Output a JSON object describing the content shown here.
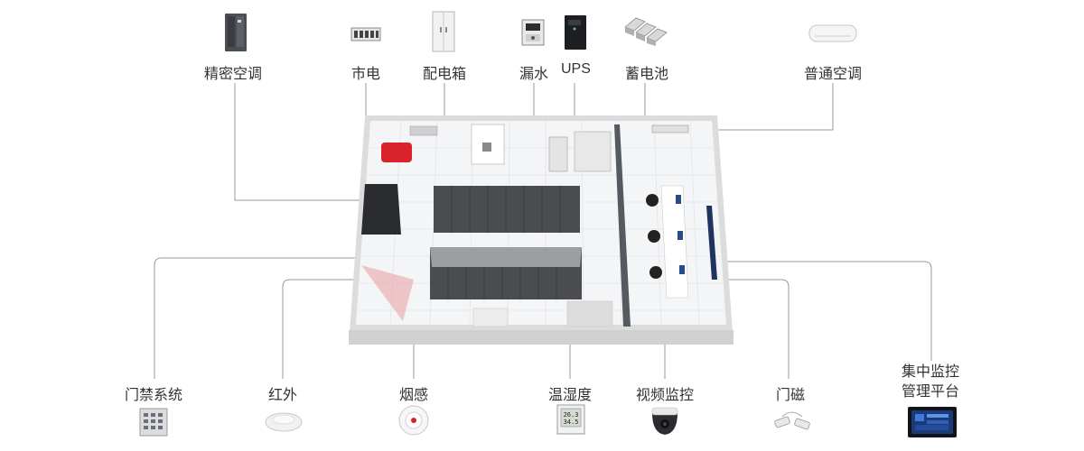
{
  "top_devices": [
    {
      "id": "precision_ac",
      "label": "精密空调",
      "icon": "precision-air-conditioner-icon"
    },
    {
      "id": "mains",
      "label": "市电",
      "icon": "power-meter-icon"
    },
    {
      "id": "distribution_box",
      "label": "配电箱",
      "icon": "distribution-box-icon"
    },
    {
      "id": "water_leak",
      "label": "漏水",
      "icon": "water-leak-detector-icon"
    },
    {
      "id": "ups",
      "label": "UPS",
      "icon": "ups-icon"
    },
    {
      "id": "battery",
      "label": "蓄电池",
      "icon": "battery-icon"
    },
    {
      "id": "general_ac",
      "label": "普通空调",
      "icon": "wall-air-conditioner-icon"
    }
  ],
  "bottom_devices": [
    {
      "id": "access_control",
      "label": "门禁系统",
      "icon": "keypad-icon"
    },
    {
      "id": "infrared",
      "label": "红外",
      "icon": "infrared-sensor-icon"
    },
    {
      "id": "smoke",
      "label": "烟感",
      "icon": "smoke-detector-icon"
    },
    {
      "id": "temp_humidity",
      "label": "温湿度",
      "icon": "thermo-hygrometer-icon",
      "readings": [
        "26.3",
        "34.5"
      ]
    },
    {
      "id": "video",
      "label": "视频监控",
      "icon": "dome-camera-icon"
    },
    {
      "id": "door_magnet",
      "label": "门磁",
      "icon": "door-magnet-icon"
    },
    {
      "id": "platform",
      "label_line1": "集中监控",
      "label_line2": "管理平台",
      "icon": "monitor-screen-icon"
    }
  ],
  "colors": {
    "line": "#9a9a9a",
    "wall": "#e6e6e6",
    "floor": "#f5f6f7",
    "rack": "#4a4c50",
    "red": "#d8232a"
  }
}
